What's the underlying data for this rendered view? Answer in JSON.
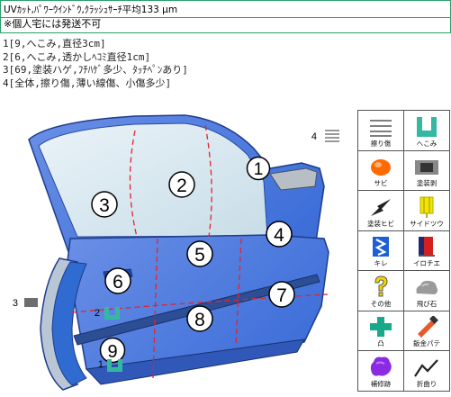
{
  "header": {
    "spec_line": "UVｶｯﾄ,ﾊﾟﾜｰｳｲﾝﾄﾞｳ,ｸﾗｯｼｭｻｰﾁ平均133 µm",
    "notice": "※個人宅には発送不可"
  },
  "damage_notes": [
    "1[9,へこみ,直径3cm]",
    "2[6,へこみ,透かしﾍｺﾐ直径1cm]",
    "3[69,塗装ハゲ,ﾌﾁﾊｹﾞ多少、ﾀｯﾁﾍﾟﾝあり]",
    "4[全体,擦り傷,薄い線傷、小傷多少]"
  ],
  "diagram": {
    "panel_numbers": [
      "1",
      "2",
      "3",
      "4",
      "5",
      "6",
      "7",
      "8",
      "9"
    ],
    "side_marks": [
      {
        "number": "4",
        "marker": "scratch"
      },
      {
        "number": "3",
        "marker": "paint-peel"
      },
      {
        "number": "2",
        "marker": "dent"
      },
      {
        "number": "1",
        "marker": "dent"
      }
    ]
  },
  "legend": [
    {
      "label": "擦り傷",
      "icon": "scratch-lines-icon",
      "color": "#333333"
    },
    {
      "label": "へこみ",
      "icon": "dent-icon",
      "color": "#35b8a0"
    },
    {
      "label": "サビ",
      "icon": "rust-icon",
      "color": "#ff6a00"
    },
    {
      "label": "塗装剥",
      "icon": "paint-peel-icon",
      "color": "#555555"
    },
    {
      "label": "塗装ヒビ",
      "icon": "paint-crack-icon",
      "color": "#222222"
    },
    {
      "label": "サイドツウ",
      "icon": "side-stripe-icon",
      "color": "#f2e600"
    },
    {
      "label": "キレ",
      "icon": "cut-icon",
      "color": "#1f5fd6"
    },
    {
      "label": "イロチエ",
      "icon": "color-diff-icon",
      "color": "#d41f1f"
    },
    {
      "label": "その他",
      "icon": "question-icon",
      "color": "#f5d800"
    },
    {
      "label": "飛び石",
      "icon": "stone-chip-icon",
      "color": "#9a9a9a"
    },
    {
      "label": "凸",
      "icon": "bump-icon",
      "color": "#17a98a"
    },
    {
      "label": "鈑金パテ",
      "icon": "putty-icon",
      "color": "#e65a2a"
    },
    {
      "label": "補修跡",
      "icon": "repair-trace-icon",
      "color": "#8a2be2"
    },
    {
      "label": "折曲り",
      "icon": "bend-icon",
      "color": "#222222"
    }
  ]
}
